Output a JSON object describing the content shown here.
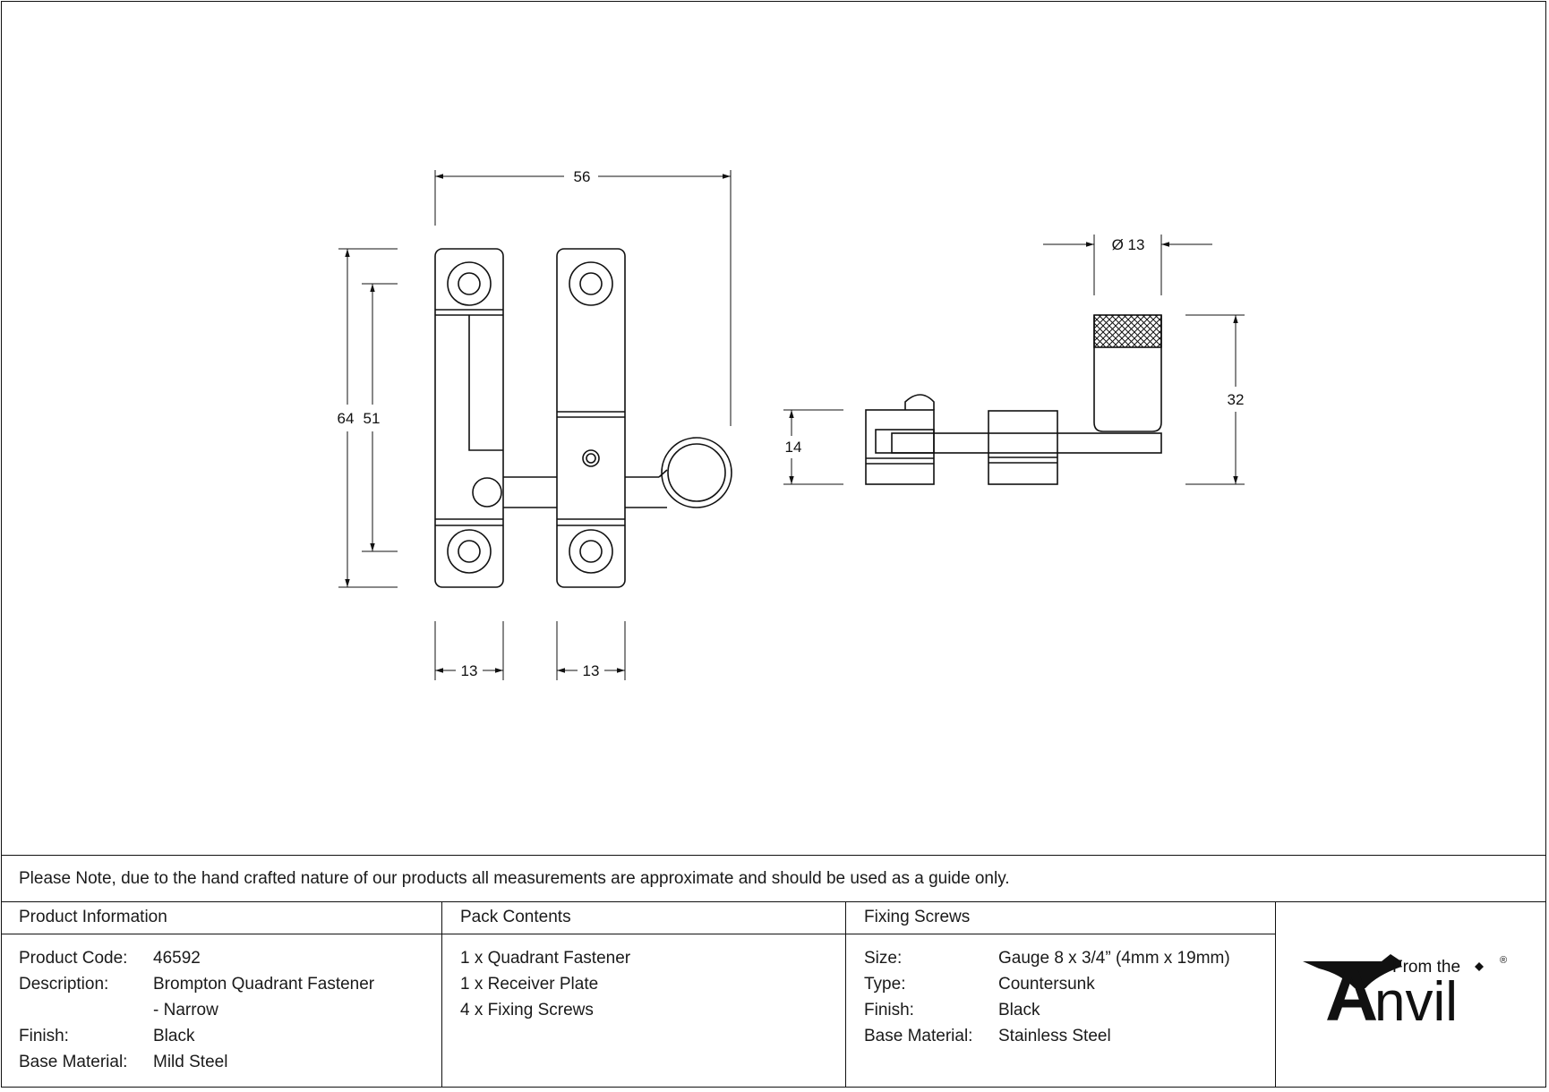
{
  "dimensions": {
    "overall_width": "56",
    "overall_height": "64",
    "hole_centres": "51",
    "plate_width_left": "13",
    "plate_width_right": "13",
    "side_height": "14",
    "knob_diameter": "Ø 13",
    "knob_height": "32"
  },
  "note": "Please Note, due to the hand crafted nature of our products all measurements are approximate and should be used as a guide only.",
  "product_information": {
    "heading": "Product Information",
    "rows": [
      {
        "label": "Product Code:",
        "value": "46592"
      },
      {
        "label": "Description:",
        "value": "Brompton Quadrant Fastener"
      },
      {
        "label": "",
        "value": "- Narrow"
      },
      {
        "label": "Finish:",
        "value": "Black"
      },
      {
        "label": "Base Material:",
        "value": "Mild Steel"
      }
    ]
  },
  "pack_contents": {
    "heading": "Pack Contents",
    "items": [
      "1 x Quadrant Fastener",
      "1 x Receiver Plate",
      "4 x Fixing Screws"
    ]
  },
  "fixing_screws": {
    "heading": "Fixing Screws",
    "rows": [
      {
        "label": "Size:",
        "value": "Gauge 8 x 3/4” (4mm x 19mm)"
      },
      {
        "label": "Type:",
        "value": "Countersunk"
      },
      {
        "label": "Finish:",
        "value": "Black"
      },
      {
        "label": "Base Material:",
        "value": "Stainless Steel"
      }
    ]
  },
  "logo": {
    "small_text": "From the",
    "brand": "Anvil",
    "registered": "®"
  }
}
